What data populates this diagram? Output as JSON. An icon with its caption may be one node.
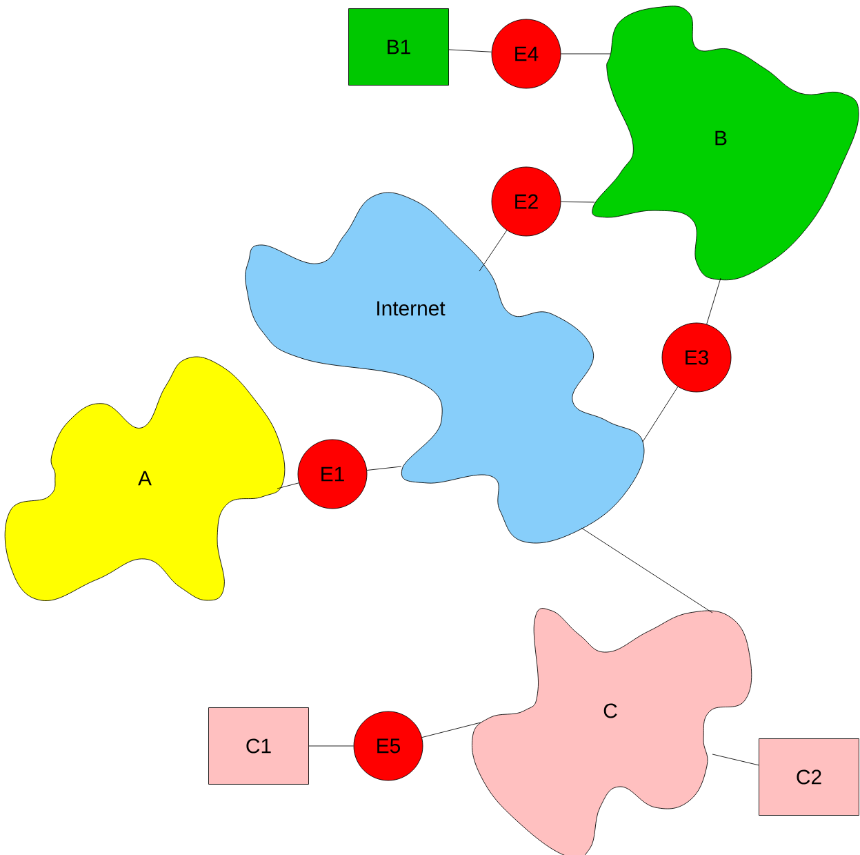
{
  "diagram": {
    "nodes": [
      {
        "text": [
          "B1"
        ]
      },
      {
        "text": [
          "E4"
        ]
      },
      {
        "text": [
          "B"
        ]
      },
      {
        "text": [
          "E2"
        ]
      },
      {
        "text": [
          "Internet"
        ]
      },
      {
        "text": [
          "E3"
        ]
      },
      {
        "text": [
          "A"
        ]
      },
      {
        "text": [
          "E1"
        ]
      },
      {
        "text": [
          "C"
        ]
      },
      {
        "text": [
          "C1"
        ]
      },
      {
        "text": [
          "E5"
        ]
      },
      {
        "text": [
          "C2"
        ]
      }
    ],
    "edges": [
      {
        "from": 0,
        "to": 1,
        "arrow": "none"
      },
      {
        "from": 1,
        "to": 2,
        "arrow": "none"
      },
      {
        "from": 3,
        "to": 2,
        "arrow": "none"
      },
      {
        "from": 3,
        "to": 4,
        "arrow": "none"
      },
      {
        "from": 2,
        "to": 5,
        "arrow": "none"
      },
      {
        "from": 5,
        "to": 4,
        "arrow": "none"
      },
      {
        "from": 6,
        "to": 7,
        "arrow": "none"
      },
      {
        "from": 7,
        "to": 4,
        "arrow": "none"
      },
      {
        "from": 4,
        "to": 8,
        "arrow": "none"
      },
      {
        "from": 9,
        "to": 10,
        "arrow": "none"
      },
      {
        "from": 10,
        "to": 8,
        "arrow": "none"
      },
      {
        "from": 8,
        "to": 11,
        "arrow": "none"
      }
    ]
  }
}
